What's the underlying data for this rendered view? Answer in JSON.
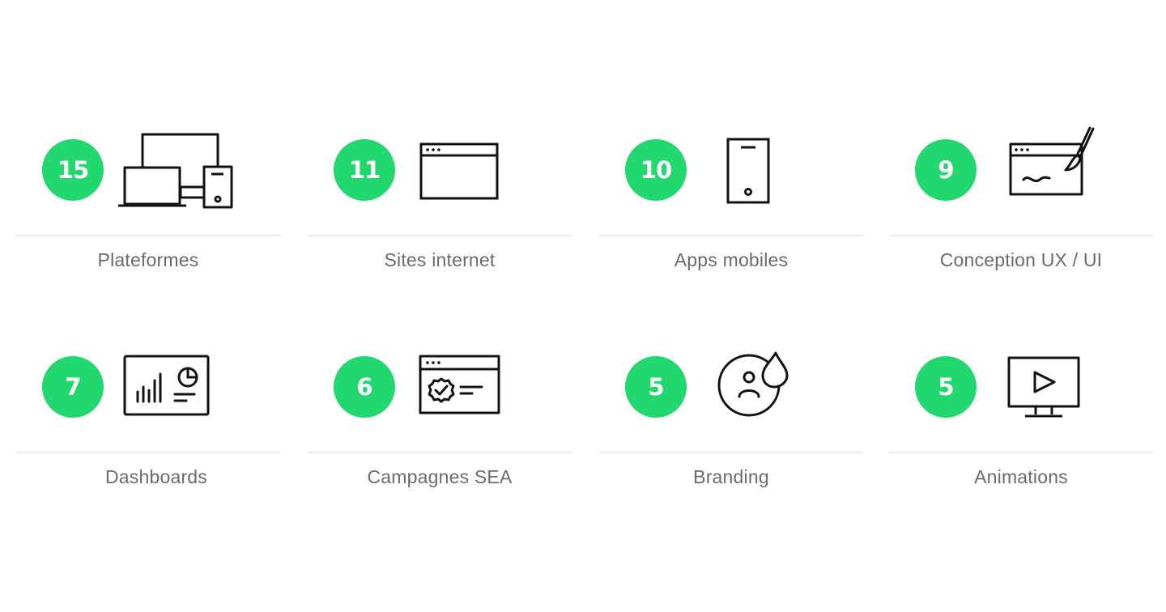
{
  "accent_color": "#22d86e",
  "items": [
    {
      "count": "15",
      "label": "Plateformes",
      "icon": "multi-device-icon"
    },
    {
      "count": "11",
      "label": "Sites internet",
      "icon": "browser-window-icon"
    },
    {
      "count": "10",
      "label": "Apps mobiles",
      "icon": "smartphone-icon"
    },
    {
      "count": "9",
      "label": "Conception UX / UI",
      "icon": "design-brush-window-icon"
    },
    {
      "count": "7",
      "label": "Dashboards",
      "icon": "dashboard-chart-icon"
    },
    {
      "count": "6",
      "label": "Campagnes SEA",
      "icon": "badge-window-icon"
    },
    {
      "count": "5",
      "label": "Branding",
      "icon": "user-drop-icon"
    },
    {
      "count": "5",
      "label": "Animations",
      "icon": "video-play-monitor-icon"
    }
  ]
}
